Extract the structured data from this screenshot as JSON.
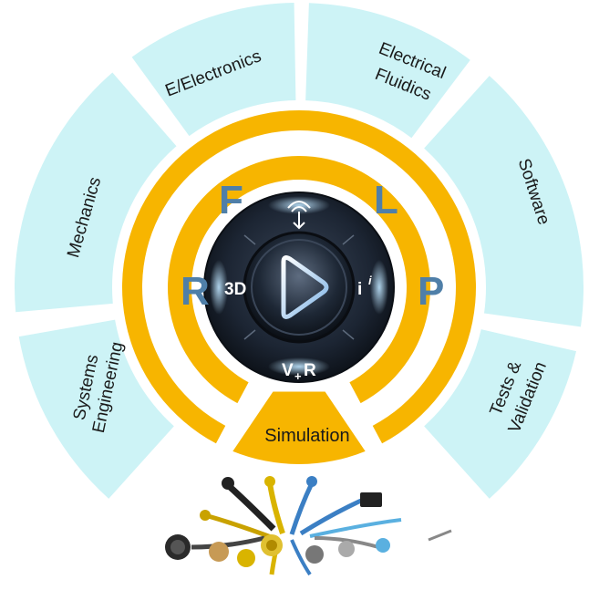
{
  "segments": {
    "mechanics": "Mechanics",
    "e_electronics": "E/Electronics",
    "electrical_fluidics": [
      "Electrical",
      "Fluidics"
    ],
    "software": "Software",
    "systems_engineering": [
      "Systems",
      "Engineering"
    ],
    "tests_validation": [
      "Tests &",
      "Validation"
    ]
  },
  "rflp": {
    "r": "R",
    "f": "F",
    "l": "L",
    "p": "P"
  },
  "compass": {
    "left": "3D",
    "right": "i",
    "right_sup": "i",
    "bottom_main": "V",
    "bottom_sub": "+",
    "bottom_end": "R",
    "top_icon": "antenna-icon",
    "center_icon": "play-icon"
  },
  "simulation_label": "Simulation",
  "colors": {
    "segment_fill": "#cdf3f6",
    "ring_yellow": "#f7b500",
    "rflp_blue": "#4f7fa8",
    "compass_dark": "#1c2533"
  }
}
